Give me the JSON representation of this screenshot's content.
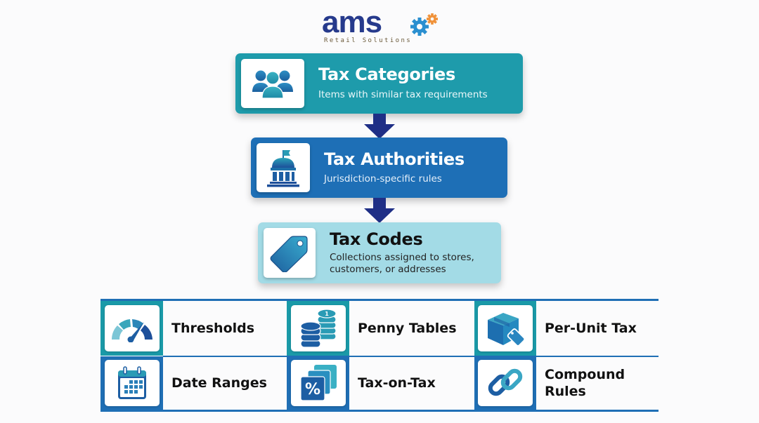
{
  "logo": {
    "wordmark": "ams",
    "tagline": "Retail Solutions",
    "icon": "gears-icon",
    "colors": {
      "wordmark": "#263a8c",
      "gear_blue": "#2a8fd0",
      "gear_orange": "#f0923a"
    }
  },
  "hierarchy": [
    {
      "title": "Tax Categories",
      "description": "Items with similar tax requirements",
      "icon": "people-group-icon",
      "color": "#1e9bab"
    },
    {
      "title": "Tax Authorities",
      "description": "Jurisdiction-specific rules",
      "icon": "government-building-icon",
      "color": "#1e6fb6"
    },
    {
      "title": "Tax Codes",
      "description": "Collections assigned to stores, customers, or addresses",
      "icon": "price-tag-icon",
      "color": "#a3dbe6"
    }
  ],
  "arrows": {
    "color": "#1f2f86",
    "count": 2
  },
  "features": [
    {
      "label": "Thresholds",
      "icon": "gauge-icon",
      "row": 1,
      "col": 1
    },
    {
      "label": "Penny Tables",
      "icon": "coin-stacks-icon",
      "row": 1,
      "col": 2
    },
    {
      "label": "Per-Unit Tax",
      "icon": "box-with-tag-icon",
      "row": 1,
      "col": 3
    },
    {
      "label": "Date Ranges",
      "icon": "calendar-icon",
      "row": 2,
      "col": 1
    },
    {
      "label": "Tax-on-Tax",
      "icon": "stacked-percent-icon",
      "row": 2,
      "col": 2
    },
    {
      "label": "Compound Rules",
      "icon": "chain-link-icon",
      "row": 2,
      "col": 3
    }
  ],
  "colors": {
    "grid_border": "#1f6fb5",
    "row1_icon_bg": "#1a9aa8",
    "row2_icon_bg": "#1f6fb5",
    "background": "#fbfbfc"
  }
}
